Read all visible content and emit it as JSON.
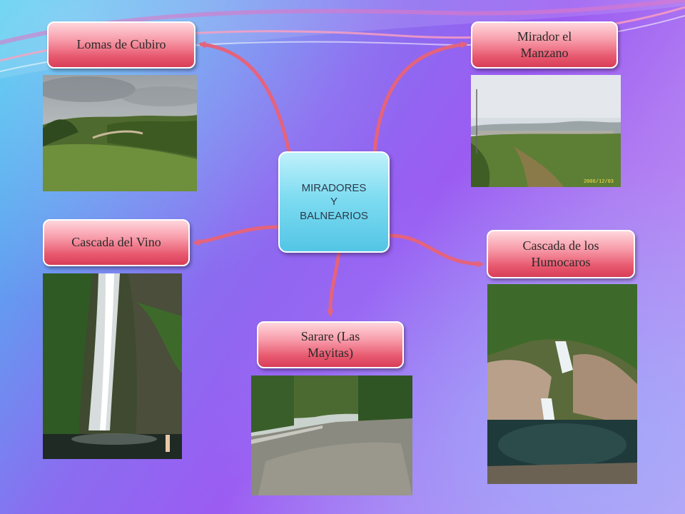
{
  "center": {
    "line1": "MIRADORES",
    "line2": "Y",
    "line3": "BALNEARIOS"
  },
  "nodes": {
    "lomas": "Lomas de Cubiro",
    "manzano_line1": "Mirador el",
    "manzano_line2": "Manzano",
    "vino": "Cascada del Vino",
    "humocaros_line1": "Cascada de los",
    "humocaros_line2": "Humocaros",
    "sarare_line1": "Sarare (Las",
    "sarare_line2": "Mayitas)"
  },
  "photos": {
    "manzano_timestamp": "2006/12/03"
  },
  "colors": {
    "node_fill": "#e85a70",
    "center_fill": "#53c5e6",
    "connector": "#e4637d"
  }
}
